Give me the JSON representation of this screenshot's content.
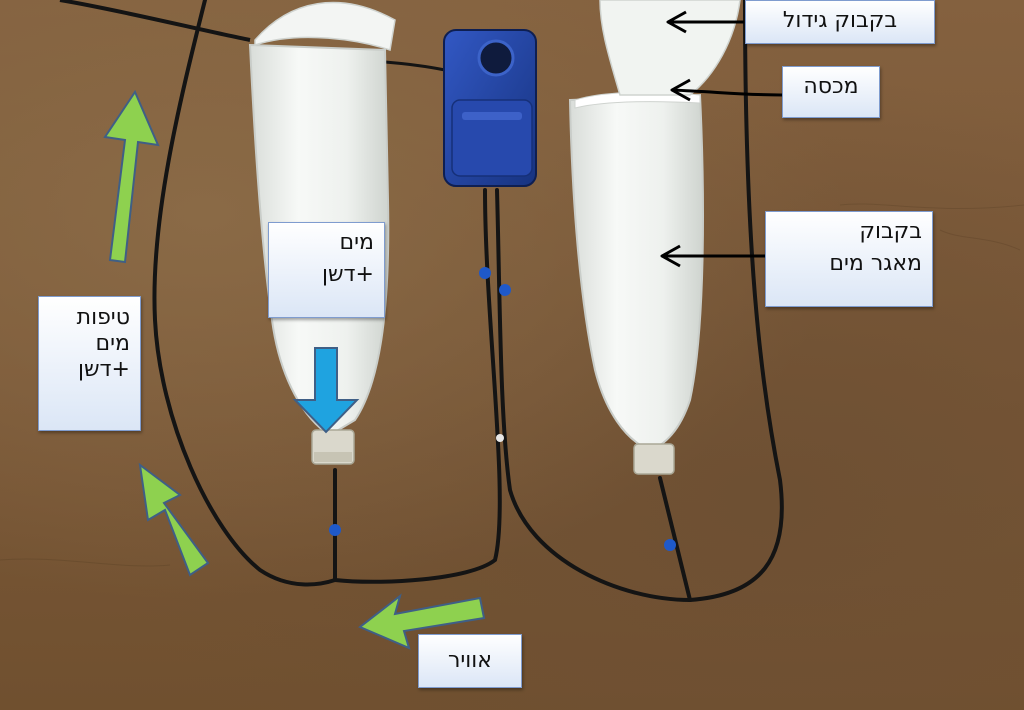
{
  "labels": {
    "grow_bottle": "בקבוק גידול",
    "cap": "מכסה",
    "reservoir_bottle": "בקבוק\nמאגר מים",
    "water_fertilizer": "מים\n+דשן",
    "drops": "טיפות\nמים\n+דשן",
    "air": "אוויר"
  },
  "colors": {
    "wall": "#7a5a3a",
    "bottle": "#eef1ee",
    "tube": "#141414",
    "pump": "#1f3f9e",
    "green_arrow": "#8ed14f",
    "blue_arrow": "#1fa3e0",
    "label_border": "#7f9ccf"
  },
  "icons": {
    "pointer_arrow": "black-arrow-icon",
    "flow_arrow": "green-arrow-icon",
    "down_arrow": "blue-arrow-icon"
  }
}
